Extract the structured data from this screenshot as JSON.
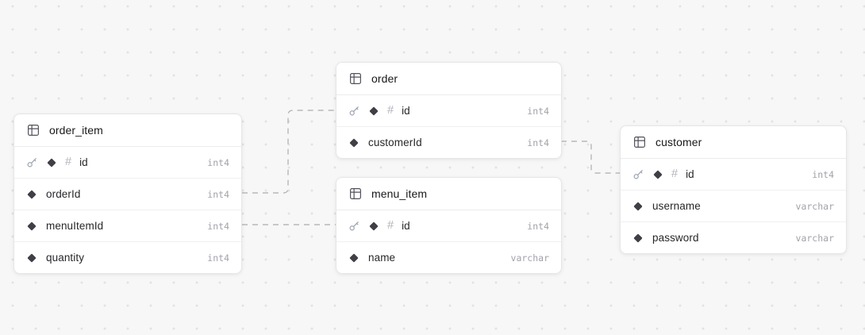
{
  "canvas": {
    "background": "#f7f7f7",
    "dot_color": "#e2e2e2",
    "edge_color": "#adadad"
  },
  "colors": {
    "card_bg": "#ffffff",
    "card_border": "#e6e6e6",
    "title_text": "#18181b",
    "field_text": "#27272a",
    "type_text": "#a1a1aa",
    "pk_icon": "#9ca3af",
    "notnull_icon": "#3f3f46"
  },
  "icons": {
    "table": "table-icon",
    "primary_key": "key-icon",
    "not_null": "diamond-icon",
    "numeric": "#"
  },
  "tables": [
    {
      "name": "order_item",
      "fields": [
        {
          "name": "id",
          "type": "int4",
          "primary_key": true,
          "not_null": true
        },
        {
          "name": "orderId",
          "type": "int4",
          "primary_key": false,
          "not_null": true
        },
        {
          "name": "menuItemId",
          "type": "int4",
          "primary_key": false,
          "not_null": true
        },
        {
          "name": "quantity",
          "type": "int4",
          "primary_key": false,
          "not_null": true
        }
      ]
    },
    {
      "name": "order",
      "fields": [
        {
          "name": "id",
          "type": "int4",
          "primary_key": true,
          "not_null": true
        },
        {
          "name": "customerId",
          "type": "int4",
          "primary_key": false,
          "not_null": true
        }
      ]
    },
    {
      "name": "menu_item",
      "fields": [
        {
          "name": "id",
          "type": "int4",
          "primary_key": true,
          "not_null": true
        },
        {
          "name": "name",
          "type": "varchar",
          "primary_key": false,
          "not_null": true
        }
      ]
    },
    {
      "name": "customer",
      "fields": [
        {
          "name": "id",
          "type": "int4",
          "primary_key": true,
          "not_null": true
        },
        {
          "name": "username",
          "type": "varchar",
          "primary_key": false,
          "not_null": true
        },
        {
          "name": "password",
          "type": "varchar",
          "primary_key": false,
          "not_null": true
        }
      ]
    }
  ],
  "connections": [
    {
      "from": "order_item.orderId",
      "to": "order.id"
    },
    {
      "from": "order_item.menuItemId",
      "to": "menu_item.id"
    },
    {
      "from": "order.customerId",
      "to": "customer.id"
    }
  ]
}
